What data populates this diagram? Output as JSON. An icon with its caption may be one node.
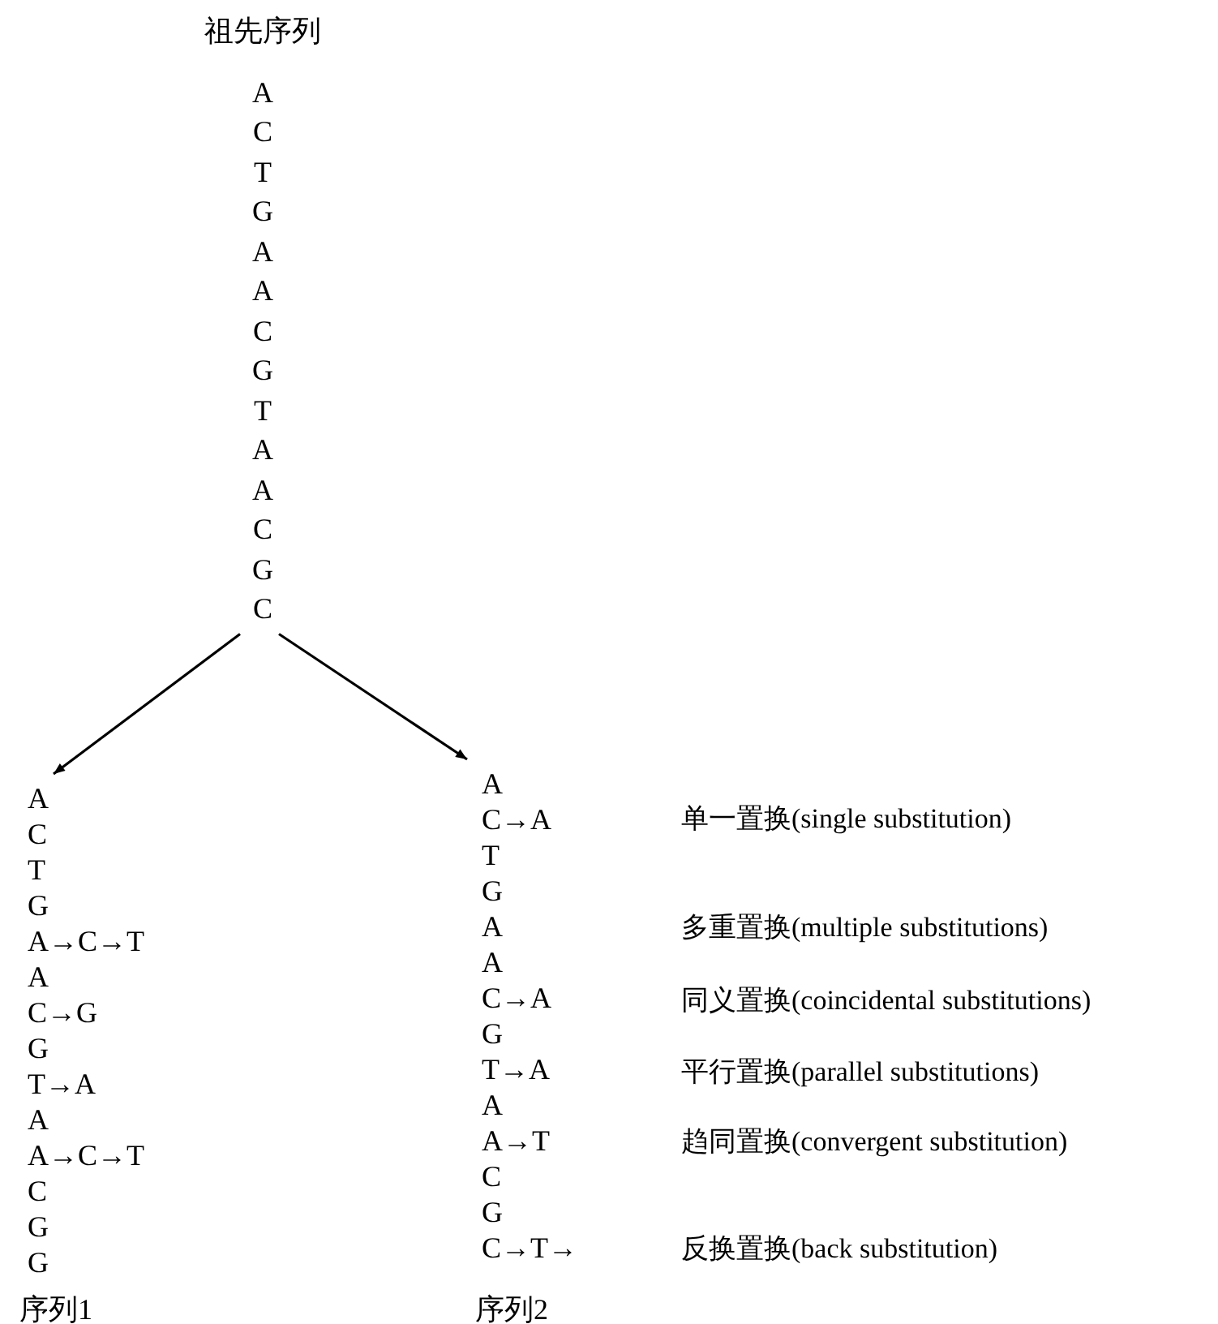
{
  "diagram": {
    "nodes": [
      {
        "text": [
          "祖先序列",
          "A C T G A A C G T A A C G C"
        ]
      },
      {
        "text": [
          "A C T G A→C→T A C→G G T→A A A→C→T C G G",
          "序列1"
        ]
      },
      {
        "text": [
          "A C→A T G A A C→A G T→A A A→T C G C→T→",
          "序列2"
        ]
      }
    ],
    "edges": [
      {
        "from": 0,
        "to": 1,
        "arrow": "to"
      },
      {
        "from": 0,
        "to": 2,
        "arrow": "to"
      }
    ],
    "labels": [
      "单一置换(single substitution)",
      "多重置换(multiple substitutions)",
      "同义置换(coincidental substitutions)",
      "平行置换(parallel substitutions)",
      "趋同置换(convergent substitution)",
      "反换置换(back substitution)"
    ]
  }
}
